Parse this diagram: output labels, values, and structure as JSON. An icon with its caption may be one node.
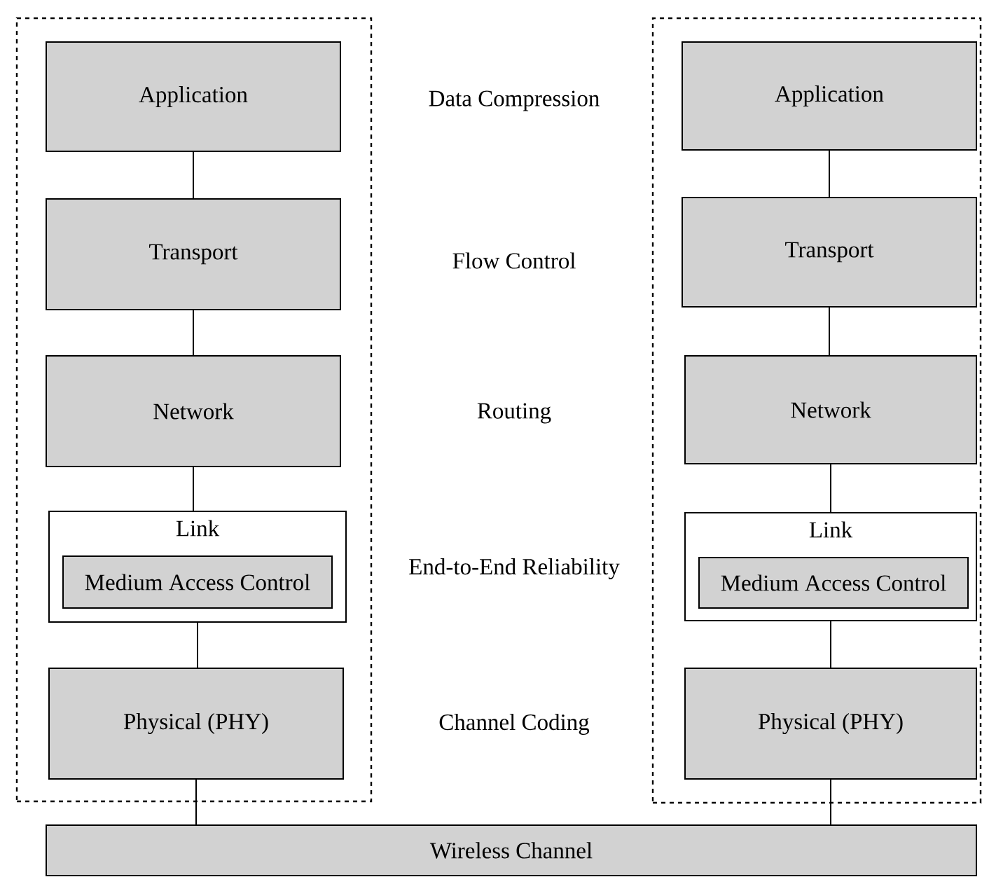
{
  "diagram": {
    "nodes": [
      {
        "text": [],
        "shape": "box"
      },
      {
        "text": [
          "Application"
        ],
        "in": 0
      },
      {
        "text": [
          "Transport"
        ],
        "in": 0
      },
      {
        "text": [
          "Network"
        ],
        "in": 0
      },
      {
        "text": [
          "Link"
        ],
        "in": 0
      },
      {
        "text": [
          "Medium Access Control"
        ],
        "in": 4
      },
      {
        "text": [
          "Physical (PHY)"
        ],
        "in": 0
      },
      {
        "text": [],
        "shape": "box"
      },
      {
        "text": [
          "Application"
        ],
        "in": 7
      },
      {
        "text": [
          "Transport"
        ],
        "in": 7
      },
      {
        "text": [
          "Network"
        ],
        "in": 7
      },
      {
        "text": [
          "Link"
        ],
        "in": 7
      },
      {
        "text": [
          "Medium Access Control"
        ],
        "in": 11
      },
      {
        "text": [
          "Physical (PHY)"
        ],
        "in": 7
      },
      {
        "text": [
          "Wireless Channel"
        ]
      }
    ],
    "edges": [
      {
        "from": 1,
        "to": 2,
        "arrow": "none"
      },
      {
        "from": 2,
        "to": 3,
        "arrow": "none"
      },
      {
        "from": 3,
        "to": 4,
        "arrow": "none"
      },
      {
        "from": 4,
        "to": 6,
        "arrow": "none"
      },
      {
        "from": 8,
        "to": 9,
        "arrow": "none"
      },
      {
        "from": 9,
        "to": 10,
        "arrow": "none"
      },
      {
        "from": 10,
        "to": 11,
        "arrow": "none"
      },
      {
        "from": 11,
        "to": 13,
        "arrow": "none"
      },
      {
        "from": 6,
        "to": 14,
        "arrow": "none"
      },
      {
        "from": 13,
        "to": 14,
        "arrow": "none"
      }
    ],
    "labels": [
      "Data Compression",
      "Flow Control",
      "Routing",
      "End-to-End Reliability",
      "Channel Coding"
    ]
  }
}
